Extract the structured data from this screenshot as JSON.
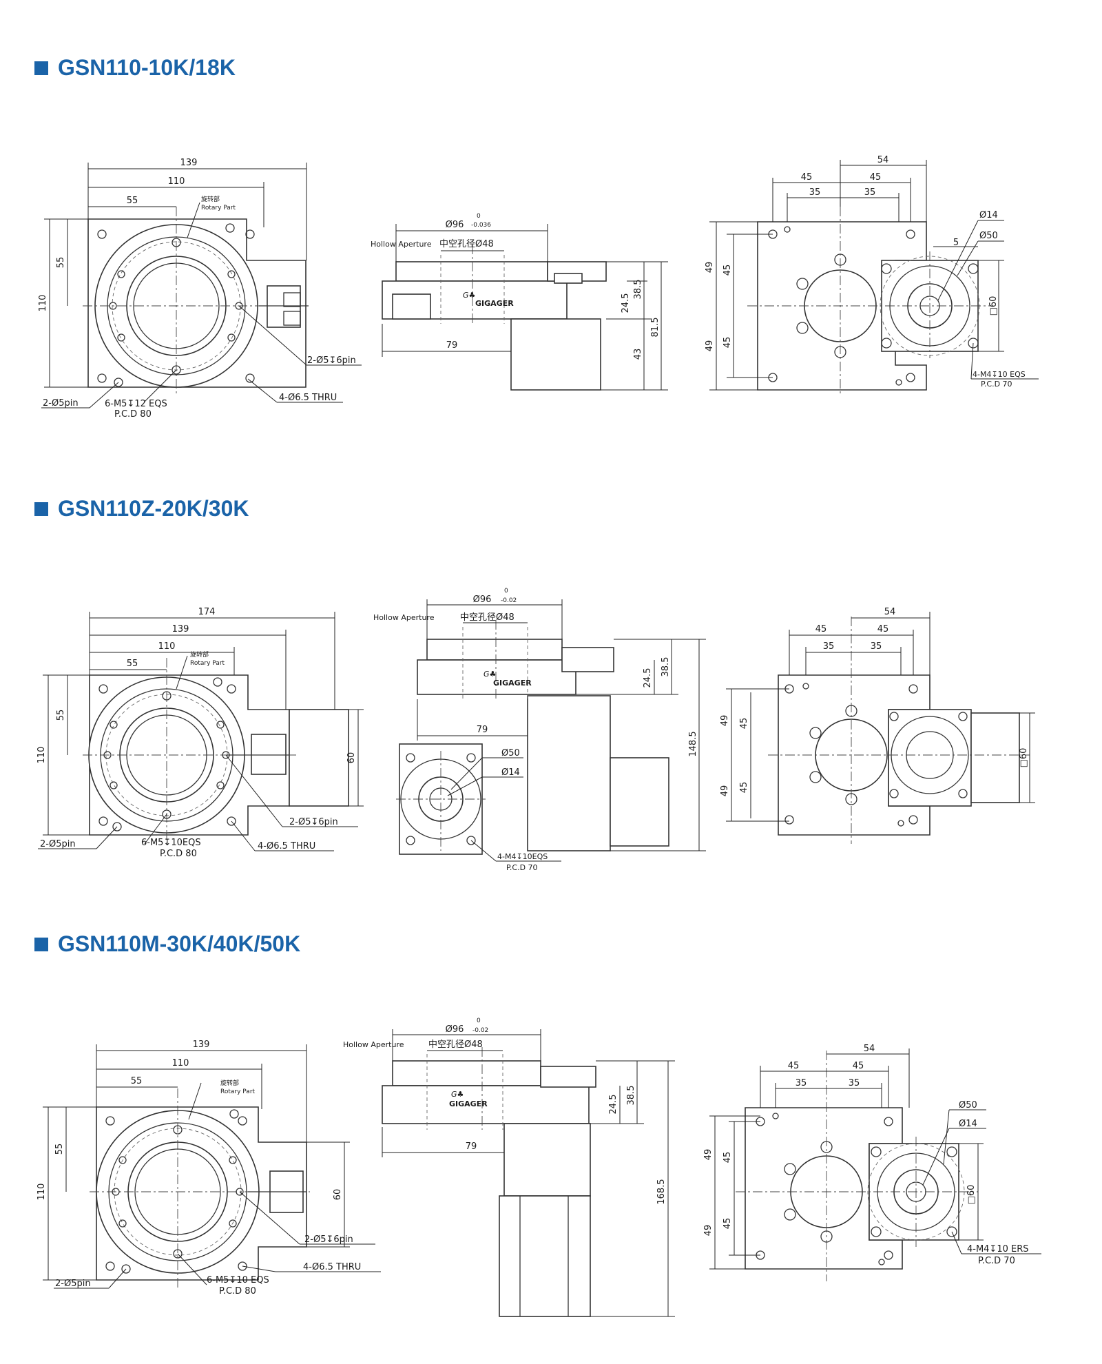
{
  "colors": {
    "accent": "#1a63a8",
    "line": "#333333"
  },
  "sections": [
    {
      "title": "GSN110-10K/18K",
      "top": {
        "d139": "139",
        "d110": "110",
        "d55": "55",
        "rotary_cn": "旋转部",
        "rotary_en": "Rotary Part",
        "d55v": "55",
        "d110v": "110",
        "pin_hole": "2-Ø5↧6pin",
        "pin": "2-Ø5pin",
        "tap": "6-M5↧12 EQS",
        "pcd": "P.C.D 80",
        "thru": "4-Ø6.5 THRU"
      },
      "side": {
        "d96": "Ø96",
        "tol_up": "0",
        "tol_dn": "-0.036",
        "hollow": "Hollow Aperture",
        "hollow_cn": "中空孔径Ø48",
        "d38": "38.5",
        "d24": "24.5",
        "d81": "81.5",
        "d43": "43",
        "d79": "79",
        "brand": "GIGAGER"
      },
      "back": {
        "d54": "54",
        "d45a": "45",
        "d45b": "45",
        "d35a": "35",
        "d35b": "35",
        "d5": "5",
        "d14": "Ø14",
        "d50": "Ø50",
        "d49a": "49",
        "d45c": "45",
        "d49b": "49",
        "d45d": "45",
        "sq60": "□60",
        "tap": "4-M4↧10 EQS",
        "pcd": "P.C.D 70"
      }
    },
    {
      "title": "GSN110Z-20K/30K",
      "top": {
        "d174": "174",
        "d139": "139",
        "d110": "110",
        "d55": "55",
        "rotary_cn": "旋转部",
        "rotary_en": "Rotary Part",
        "d55v": "55",
        "d110v": "110",
        "d60": "60",
        "pin_hole": "2-Ø5↧6pin",
        "pin": "2-Ø5pin",
        "tap": "6-M5↧10EQS",
        "pcd": "P.C.D 80",
        "thru": "4-Ø6.5 THRU"
      },
      "side": {
        "d96": "Ø96",
        "tol_up": "0",
        "tol_dn": "-0.02",
        "hollow": "Hollow Aperture",
        "hollow_cn": "中空孔径Ø48",
        "d24": "24.5",
        "d38": "38.5",
        "d148": "148.5",
        "d79": "79",
        "d50": "Ø50",
        "d14": "Ø14",
        "tap": "4-M4↧10EQS",
        "pcd": "P.C.D 70",
        "brand": "GIGAGER"
      },
      "back": {
        "d54": "54",
        "d45a": "45",
        "d45b": "45",
        "d35a": "35",
        "d35b": "35",
        "d49a": "49",
        "d45c": "45",
        "d49b": "49",
        "d45d": "45",
        "sq60": "□60"
      }
    },
    {
      "title": "GSN110M-30K/40K/50K",
      "top": {
        "d139": "139",
        "d110": "110",
        "d55": "55",
        "rotary_cn": "旋转部",
        "rotary_en": "Rotary Part",
        "d55v": "55",
        "d110v": "110",
        "d60": "60",
        "pin_hole": "2-Ø5↧6pin",
        "pin": "2-Ø5pin",
        "tap": "6-M5↧10 EQS",
        "pcd": "P.C.D 80",
        "thru": "4-Ø6.5 THRU"
      },
      "side": {
        "d96": "Ø96",
        "tol_up": "0",
        "tol_dn": "-0.02",
        "hollow": "Hollow Aperture",
        "hollow_cn": "中空孔径Ø48",
        "d24": "24.5",
        "d38": "38.5",
        "d168": "168.5",
        "d79": "79",
        "brand": "GIGAGER"
      },
      "back": {
        "d54": "54",
        "d45a": "45",
        "d45b": "45",
        "d35a": "35",
        "d35b": "35",
        "d50": "Ø50",
        "d14": "Ø14",
        "d49a": "49",
        "d45c": "45",
        "d49b": "49",
        "d45d": "45",
        "sq60": "□60",
        "tap": "4-M4↧10 ERS",
        "pcd": "P.C.D 70"
      }
    }
  ]
}
